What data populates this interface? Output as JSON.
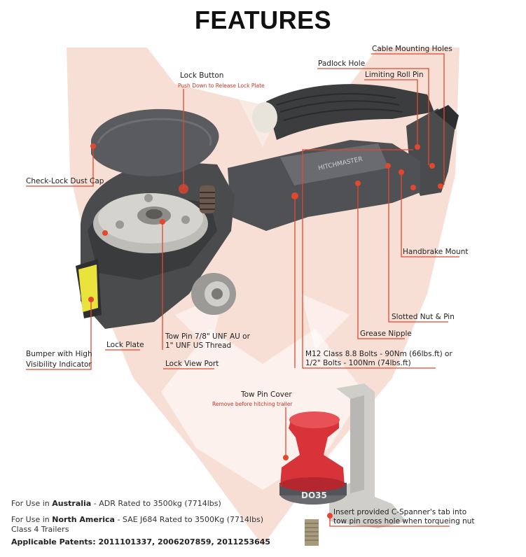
{
  "title": "FEATURES",
  "colors": {
    "accent": "#e3472e",
    "watermark": "#f7d9cf",
    "leader": "#e3472e",
    "cover_red": "#d9333a",
    "body_grey": "#4a4b4d"
  },
  "labels": {
    "cable_mounting_holes": "Cable Mounting Holes",
    "padlock_hole": "Padlock Hole",
    "limiting_roll_pin": "Limiting Roll Pin",
    "lock_button": "Lock Button",
    "lock_button_sub": "Push Down to Release Lock Plate",
    "check_lock_dust_cap": "Check-Lock Dust Cap",
    "handbrake_mount": "Handbrake Mount",
    "slotted_nut_pin": "Slotted Nut & Pin",
    "grease_nipple": "Grease Nipple",
    "bumper_line1": "Bumper with High",
    "bumper_line2": "Visibility Indicator",
    "lock_plate": "Lock Plate",
    "tow_pin_line1": "Tow Pin 7/8\" UNF AU or",
    "tow_pin_line2": "1\" UNF US Thread",
    "lock_view_port": "Lock View Port",
    "bolts_line1": "M12 Class 8.8 Bolts - 90Nm (66lbs.ft) or",
    "bolts_line2": "1/2\" Bolts - 100Nm (74lbs.ft)",
    "tow_pin_cover": "Tow Pin Cover",
    "tow_pin_cover_sub": "Remove before hitching trailer",
    "spanner_line1": "Insert provided C-Spanner's tab into",
    "spanner_line2": "tow pin cross hole when torqueing nut"
  },
  "product_text": {
    "brand_on_body": "HITCHMASTER",
    "brand_on_coupling": "DO35"
  },
  "footer": {
    "au_prefix": "For Use in ",
    "au_country": "Australia",
    "au_rest": " - ADR Rated to 3500kg (7714lbs)",
    "na_prefix": "For Use in ",
    "na_country": "North America",
    "na_rest": " - SAE J684 Rated to 3500Kg (7714lbs)",
    "na_line2": "Class 4 Trailers",
    "patents": "Applicable Patents: 2011101337, 2006207859, 2011253645"
  }
}
